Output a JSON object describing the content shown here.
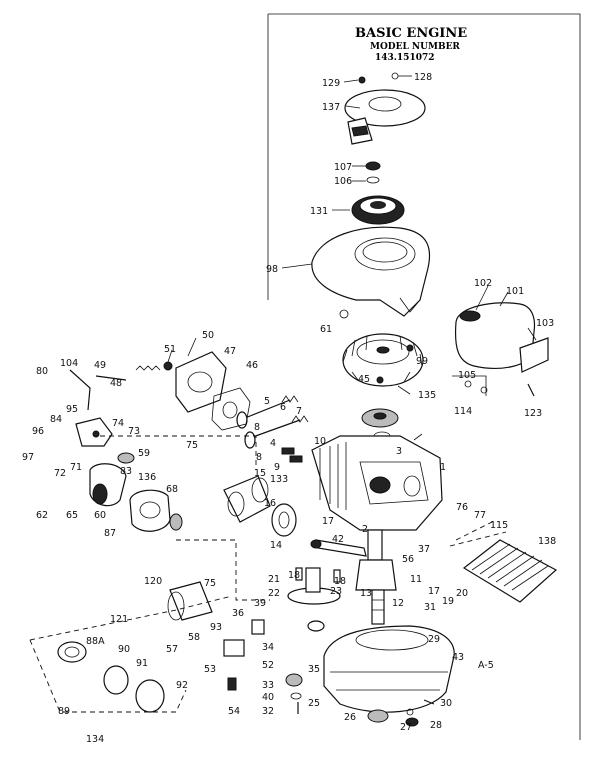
{
  "header": {
    "title": "BASIC ENGINE",
    "subtitle": "MODEL NUMBER",
    "model": "143.151072"
  },
  "labels": [
    {
      "id": "l129",
      "text": "129"
    },
    {
      "id": "l128",
      "text": "128"
    },
    {
      "id": "l137",
      "text": "137"
    },
    {
      "id": "l107",
      "text": "107"
    },
    {
      "id": "l106",
      "text": "106"
    },
    {
      "id": "l131",
      "text": "131"
    },
    {
      "id": "l98",
      "text": "98"
    },
    {
      "id": "l61",
      "text": "61"
    },
    {
      "id": "l99",
      "text": "99"
    },
    {
      "id": "l102",
      "text": "102"
    },
    {
      "id": "l101",
      "text": "101"
    },
    {
      "id": "l103",
      "text": "103"
    },
    {
      "id": "l105",
      "text": "105"
    },
    {
      "id": "l114",
      "text": "114"
    },
    {
      "id": "l123",
      "text": "123"
    },
    {
      "id": "l135",
      "text": "135"
    },
    {
      "id": "l45",
      "text": "45"
    },
    {
      "id": "l50",
      "text": "50"
    },
    {
      "id": "l51",
      "text": "51"
    },
    {
      "id": "l47",
      "text": "47"
    },
    {
      "id": "l46",
      "text": "46"
    },
    {
      "id": "l49",
      "text": "49"
    },
    {
      "id": "l48",
      "text": "48"
    },
    {
      "id": "l104",
      "text": "104"
    },
    {
      "id": "l80",
      "text": "80"
    },
    {
      "id": "l95",
      "text": "95"
    },
    {
      "id": "l74",
      "text": "74"
    },
    {
      "id": "l84",
      "text": "84"
    },
    {
      "id": "l73",
      "text": "73"
    },
    {
      "id": "l96",
      "text": "96"
    },
    {
      "id": "l97",
      "text": "97"
    },
    {
      "id": "l71",
      "text": "71"
    },
    {
      "id": "l72",
      "text": "72"
    },
    {
      "id": "l59",
      "text": "59"
    },
    {
      "id": "l75a",
      "text": "75"
    },
    {
      "id": "l83",
      "text": "83"
    },
    {
      "id": "l136",
      "text": "136"
    },
    {
      "id": "l62",
      "text": "62"
    },
    {
      "id": "l65",
      "text": "65"
    },
    {
      "id": "l60",
      "text": "60"
    },
    {
      "id": "l68",
      "text": "68"
    },
    {
      "id": "l87",
      "text": "87"
    },
    {
      "id": "l5",
      "text": "5"
    },
    {
      "id": "l6",
      "text": "6"
    },
    {
      "id": "l7",
      "text": "7"
    },
    {
      "id": "l8a",
      "text": "8"
    },
    {
      "id": "l4",
      "text": "4"
    },
    {
      "id": "l10",
      "text": "10"
    },
    {
      "id": "l8b",
      "text": "8"
    },
    {
      "id": "l9",
      "text": "9"
    },
    {
      "id": "l3",
      "text": "3"
    },
    {
      "id": "l1",
      "text": "1"
    },
    {
      "id": "l15",
      "text": "15"
    },
    {
      "id": "l133",
      "text": "133"
    },
    {
      "id": "l16",
      "text": "16"
    },
    {
      "id": "l14",
      "text": "14"
    },
    {
      "id": "l17",
      "text": "17"
    },
    {
      "id": "l2",
      "text": "2"
    },
    {
      "id": "l42",
      "text": "42"
    },
    {
      "id": "l56",
      "text": "56"
    },
    {
      "id": "l37",
      "text": "37"
    },
    {
      "id": "l76",
      "text": "76"
    },
    {
      "id": "l77",
      "text": "77"
    },
    {
      "id": "l115",
      "text": "115"
    },
    {
      "id": "l138",
      "text": "138"
    },
    {
      "id": "l21",
      "text": "21"
    },
    {
      "id": "l18a",
      "text": "18"
    },
    {
      "id": "l18b",
      "text": "18"
    },
    {
      "id": "l11",
      "text": "11"
    },
    {
      "id": "l120",
      "text": "120"
    },
    {
      "id": "l75b",
      "text": "75"
    },
    {
      "id": "l39",
      "text": "39"
    },
    {
      "id": "l22",
      "text": "22"
    },
    {
      "id": "l23",
      "text": "23"
    },
    {
      "id": "l13",
      "text": "13"
    },
    {
      "id": "l12",
      "text": "12"
    },
    {
      "id": "l17b",
      "text": "17"
    },
    {
      "id": "l19",
      "text": "19"
    },
    {
      "id": "l20",
      "text": "20"
    },
    {
      "id": "l31",
      "text": "31"
    },
    {
      "id": "l29",
      "text": "29"
    },
    {
      "id": "l121",
      "text": "121"
    },
    {
      "id": "l93",
      "text": "93"
    },
    {
      "id": "l36",
      "text": "36"
    },
    {
      "id": "l88a",
      "text": "88A"
    },
    {
      "id": "l58",
      "text": "58"
    },
    {
      "id": "l90",
      "text": "90"
    },
    {
      "id": "l57",
      "text": "57"
    },
    {
      "id": "l53",
      "text": "53"
    },
    {
      "id": "l52",
      "text": "52"
    },
    {
      "id": "l34",
      "text": "34"
    },
    {
      "id": "l35",
      "text": "35"
    },
    {
      "id": "l43",
      "text": "43"
    },
    {
      "id": "la5",
      "text": "A-5"
    },
    {
      "id": "l91",
      "text": "91"
    },
    {
      "id": "l92",
      "text": "92"
    },
    {
      "id": "l33",
      "text": "33"
    },
    {
      "id": "l40",
      "text": "40"
    },
    {
      "id": "l32",
      "text": "32"
    },
    {
      "id": "l54",
      "text": "54"
    },
    {
      "id": "l25",
      "text": "25"
    },
    {
      "id": "l26",
      "text": "26"
    },
    {
      "id": "l27",
      "text": "27"
    },
    {
      "id": "l28",
      "text": "28"
    },
    {
      "id": "l30",
      "text": "30"
    },
    {
      "id": "l89",
      "text": "89"
    },
    {
      "id": "l134",
      "text": "134"
    }
  ]
}
